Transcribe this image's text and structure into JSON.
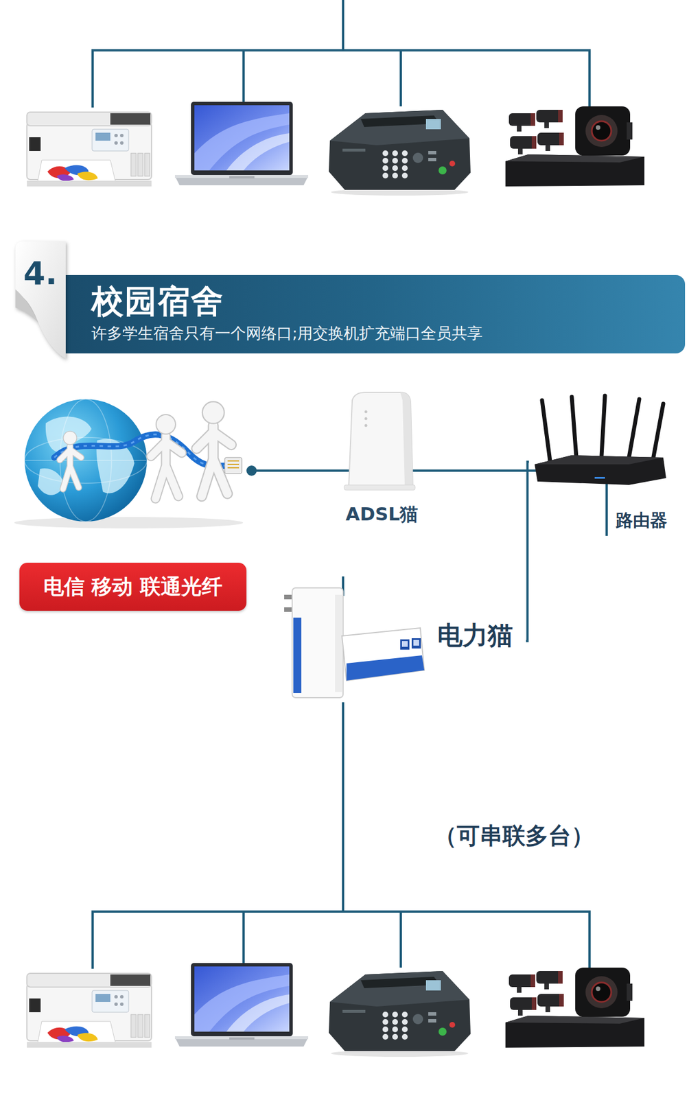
{
  "diagram": {
    "nodes": [
      {
        "text": [
          "4."
        ]
      },
      {
        "text": [
          "校园宿舍",
          "许多学生宿舍只有一个网络口;用交换机扩充端口全员共享"
        ]
      },
      {
        "text": [
          "电信 移动 联通光纤"
        ]
      },
      {
        "text": [
          "ADSL猫"
        ]
      },
      {
        "text": [
          "路由器"
        ]
      },
      {
        "text": [
          "电力猫"
        ]
      }
    ],
    "edges": [
      {
        "from": 2,
        "to": 3,
        "arrow": "none"
      },
      {
        "from": 3,
        "to": 4,
        "arrow": "none"
      },
      {
        "from": 4,
        "to": 5,
        "arrow": "none"
      }
    ],
    "labels": [
      "（可串联多台）"
    ]
  }
}
